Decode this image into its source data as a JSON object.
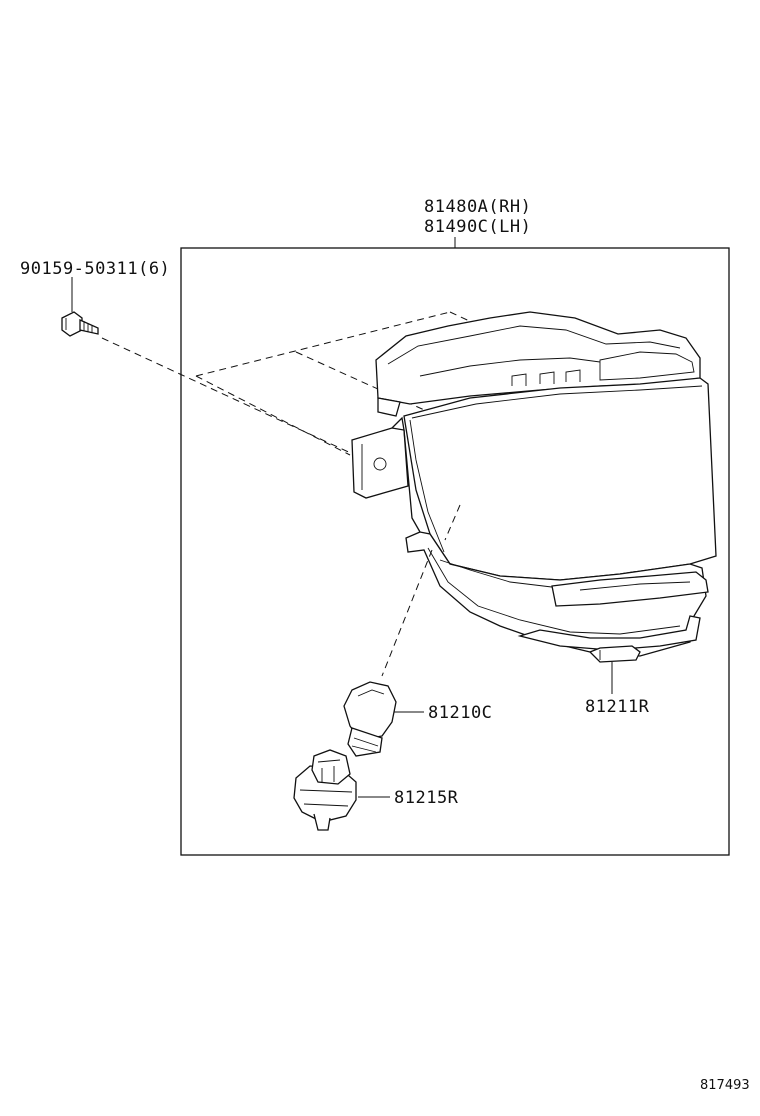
{
  "assembly": {
    "part_rh": "81480A(RH)",
    "part_lh": "81490C(LH)"
  },
  "parts": {
    "screw": "90159-50311(6)",
    "bulb": "81210C",
    "socket": "81215R",
    "lower_part": "81211R"
  },
  "footer": {
    "diagram_number": "817493"
  }
}
